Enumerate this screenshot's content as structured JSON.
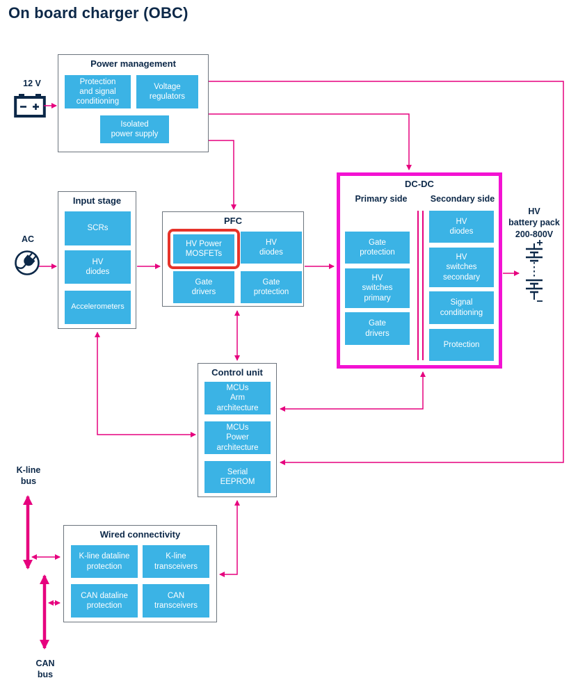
{
  "title": "On board charger (OBC)",
  "colors": {
    "chip_blue": "#3bb3e5",
    "navy_text": "#0c2848",
    "arrow_pink": "#e6007e",
    "dcdc_magenta_border": "#f312d2",
    "highlight_red": "#e6332a",
    "box_border_gray": "#6b737c"
  },
  "external": {
    "battery_12v": "12 V",
    "ac": "AC",
    "hv_battery_pack": "HV\nbattery pack\n200-800V",
    "kline_bus": "K-line\nbus",
    "can_bus": "CAN\nbus"
  },
  "power_management": {
    "title": "Power management",
    "items": [
      "Protection\nand signal\nconditioning",
      "Voltage\nregulators",
      "Isolated\npower supply"
    ]
  },
  "input_stage": {
    "title": "Input stage",
    "items": [
      "SCRs",
      "HV\ndiodes",
      "Accelerometers"
    ]
  },
  "pfc": {
    "title": "PFC",
    "items": [
      "HV Power\nMOSFETs",
      "HV\ndiodes",
      "Gate\ndrivers",
      "Gate\nprotection"
    ]
  },
  "dcdc": {
    "title": "DC-DC",
    "primary_label": "Primary side",
    "secondary_label": "Secondary side",
    "primary_items": [
      "Gate\nprotection",
      "HV\nswitches\nprimary",
      "Gate\ndrivers"
    ],
    "secondary_items": [
      "HV\ndiodes",
      "HV\nswitches\nsecondary",
      "Signal\nconditioning",
      "Protection"
    ]
  },
  "control_unit": {
    "title": "Control unit",
    "items": [
      "MCUs\nArm\narchitecture",
      "MCUs\nPower\narchitecture",
      "Serial\nEEPROM"
    ]
  },
  "wired_connectivity": {
    "title": "Wired connectivity",
    "items": [
      "K-line dataline\nprotection",
      "K-line\ntransceivers",
      "CAN dataline\nprotection",
      "CAN\ntransceivers"
    ]
  }
}
